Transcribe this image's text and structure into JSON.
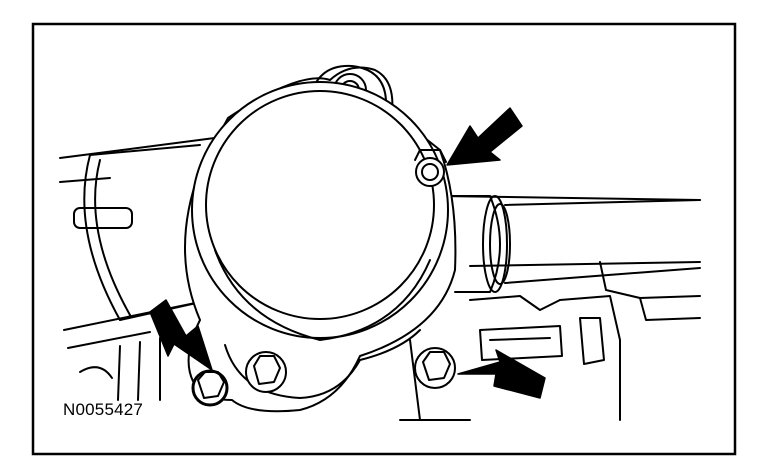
{
  "figure": {
    "id_label": "N0055427"
  },
  "colors": {
    "ink": "#000000",
    "paper": "#ffffff"
  },
  "callouts": {
    "count": 3,
    "targets": [
      "upper-right-bolt",
      "lower-left-bolt",
      "lower-right-bolt"
    ]
  }
}
